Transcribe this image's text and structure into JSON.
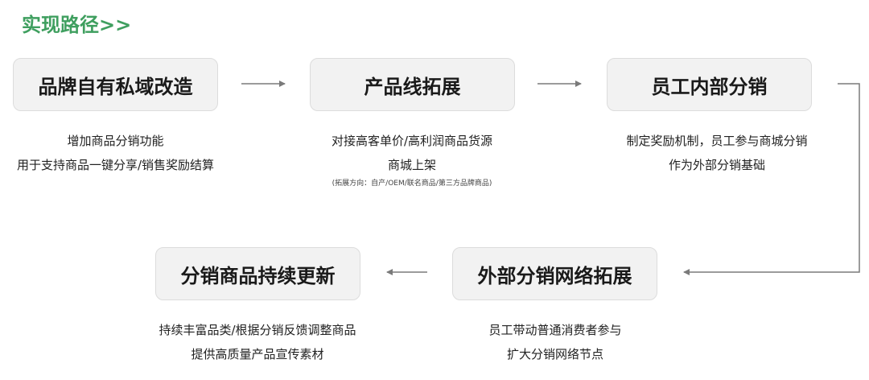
{
  "title": "实现路径>>",
  "colors": {
    "title": "#3f9f5f",
    "box_fill": "#f2f2f2",
    "box_border": "#dcdcdc",
    "arrow": "#7a7a7a"
  },
  "steps": [
    {
      "label": "品牌自有私域改造",
      "desc": [
        "增加商品分销功能",
        "用于支持商品一键分享/销售奖励结算"
      ],
      "note": ""
    },
    {
      "label": "产品线拓展",
      "desc": [
        "对接高客单价/高利润商品货源",
        "商城上架"
      ],
      "note": "(拓展方向：自产/OEM/联名商品/第三方品牌商品)"
    },
    {
      "label": "员工内部分销",
      "desc": [
        "制定奖励机制，员工参与商城分销",
        "作为外部分销基础"
      ],
      "note": ""
    },
    {
      "label": "外部分销网络拓展",
      "desc": [
        "员工带动普通消费者参与",
        "扩大分销网络节点"
      ],
      "note": ""
    },
    {
      "label": "分销商品持续更新",
      "desc": [
        "持续丰富品类/根据分销反馈调整商品",
        "提供高质量产品宣传素材"
      ],
      "note": ""
    }
  ]
}
